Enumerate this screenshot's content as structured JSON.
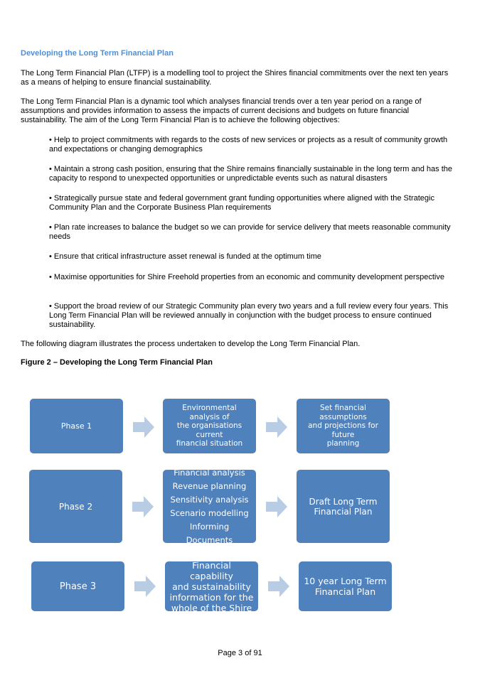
{
  "heading": "Developing the Long Term Financial Plan",
  "para1": "The Long Term Financial Plan (LTFP) is a modelling tool to project the Shires financial commitments over the next ten years as a means of helping to ensure financial sustainability.",
  "para2": "The Long Term Financial Plan is a dynamic tool which analyses financial trends over a ten year period on a range of assumptions and provides information to assess the impacts of current decisions and budgets on future financial sustainability.  The aim of the Long Term Financial Plan is to achieve the following objectives:",
  "bullets": [
    "• Help to project commitments with regards to the costs of new services or projects as a result of community growth and expectations or changing demographics",
    "• Maintain a strong cash position, ensuring that the Shire remains financially sustainable in the long term and has the capacity to respond to unexpected opportunities or unpredictable events such as natural disasters",
    "• Strategically pursue state and federal government grant funding opportunities where aligned with the Strategic Community Plan and the Corporate Business Plan requirements",
    "• Plan rate increases to balance the budget so we can provide for service delivery that meets reasonable community needs",
    "• Ensure that critical infrastructure asset renewal is funded at the optimum time",
    "• Maximise opportunities for Shire Freehold properties from an economic and community development perspective",
    "• Support the broad review of our Strategic Community plan every two years and a full review every four years. This Long Term Financial Plan will be reviewed annually in conjunction with the budget process to ensure continued sustainability."
  ],
  "para3": "The following diagram illustrates the process undertaken to develop the Long Term Financial Plan.",
  "figure_caption": "Figure 2 – Developing the Long Term Financial Plan",
  "diagram": {
    "phase1": {
      "label": "Phase 1",
      "middle": [
        "Environmental analysis of",
        "the organisations current",
        "financial situation"
      ],
      "right": [
        "Set financial assumptions",
        "and projections for future",
        "planning"
      ]
    },
    "phase2": {
      "label": "Phase 2",
      "middle": [
        "Financial analysis",
        "Revenue planning",
        "Sensitivity analysis",
        "Scenario modelling",
        "Informing Documents"
      ],
      "right": [
        "Draft Long Term",
        "Financial Plan"
      ]
    },
    "phase3": {
      "label": "Phase 3",
      "middle": [
        "Financial capability",
        "and sustainability",
        "information for the",
        "whole of the Shire"
      ],
      "right": [
        "10 year Long Term",
        "Financial Plan"
      ]
    }
  },
  "colors": {
    "box": "#4f81bd",
    "arrow": "#b8cce4",
    "heading": "#4f8fd6"
  },
  "footer": "Page 3 of 91"
}
